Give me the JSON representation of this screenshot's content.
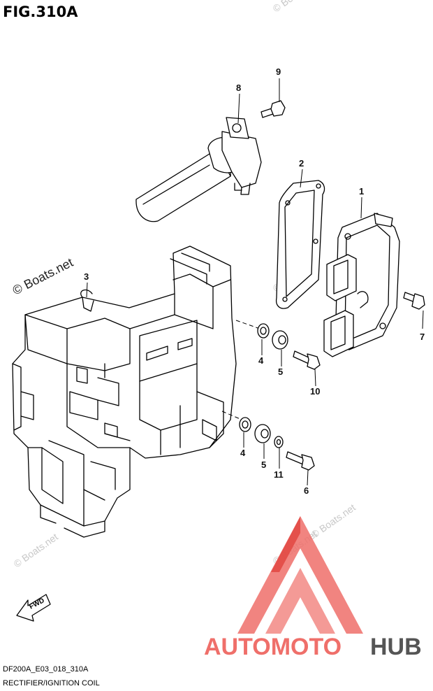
{
  "title": "FIG.310A",
  "watermarks": {
    "main": "© Boats.net",
    "faint": "© Boats.net"
  },
  "callouts": {
    "c1": "1",
    "c2": "2",
    "c3": "3",
    "c4a": "4",
    "c4b": "4",
    "c5a": "5",
    "c5b": "5",
    "c6": "6",
    "c7": "7",
    "c8": "8",
    "c9": "9",
    "c10": "10",
    "c11": "11"
  },
  "fwd_label": "FWD",
  "logo": {
    "part1": "AUTOMOTO",
    "part2": "HUB"
  },
  "footer": {
    "code": "DF200A_E03_018_310A",
    "caption": "RECTIFIER/IGNITION COIL"
  },
  "colors": {
    "logo_red": "#ef6f6a",
    "logo_dark": "#555555",
    "line": "#000000"
  }
}
